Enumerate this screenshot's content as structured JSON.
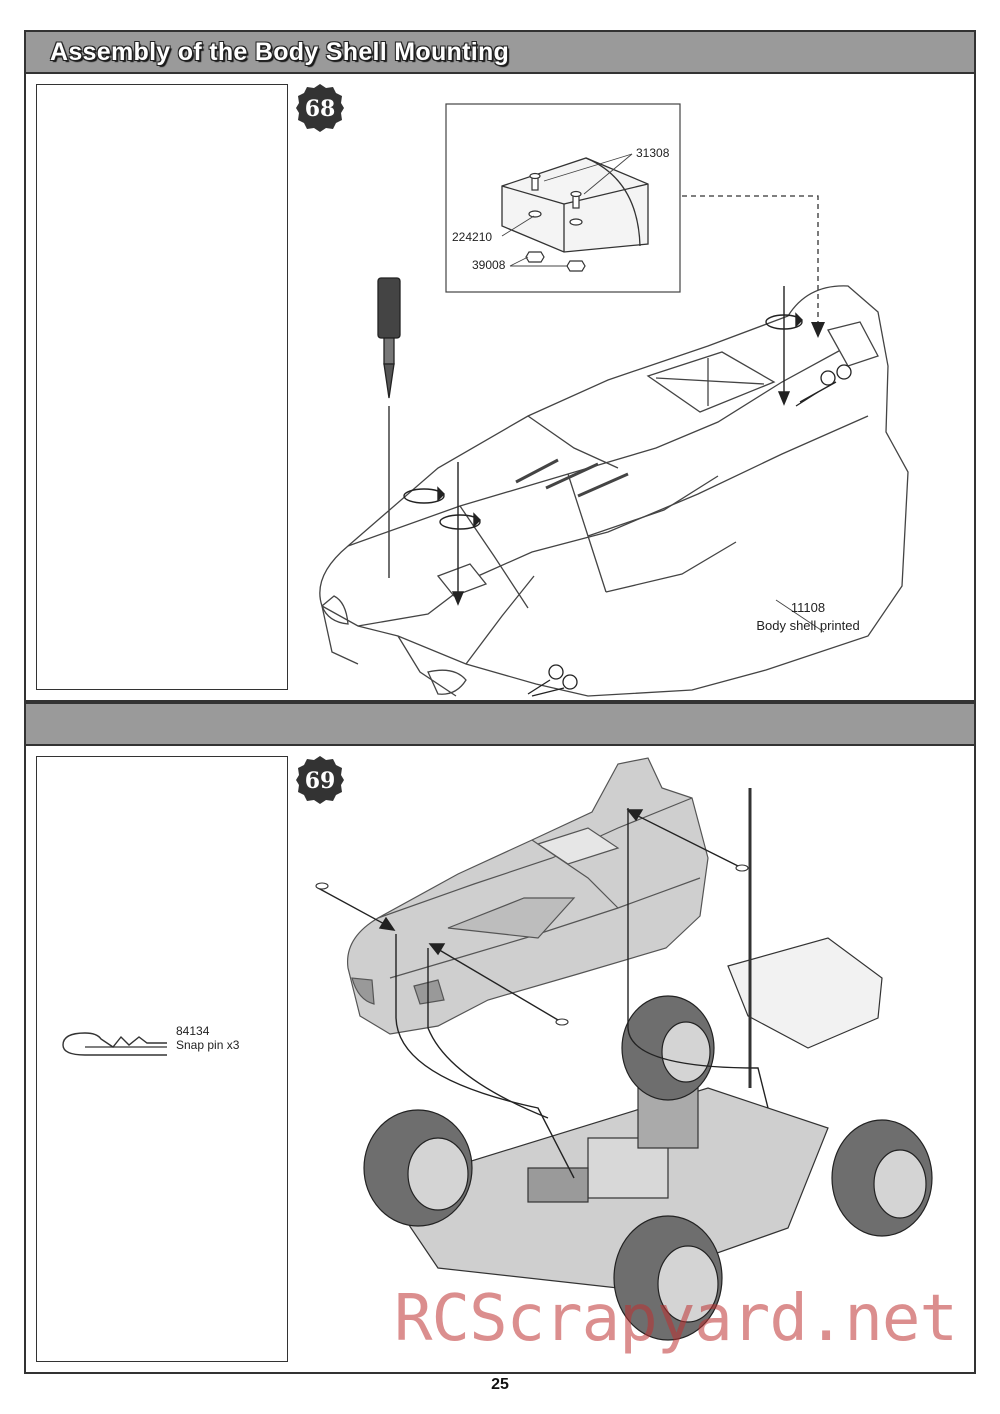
{
  "section1": {
    "title": "Assembly of the Body Shell Mounting",
    "step_number": "68",
    "parts": {
      "screw": "31308",
      "washer": "224210",
      "nut": "39008",
      "body_shell_code": "11108",
      "body_shell_name": "Body shell printed"
    }
  },
  "section2": {
    "title": "",
    "step_number": "69",
    "parts_list": [
      {
        "code": "84134",
        "name": "Snap pin",
        "qty": "x3"
      }
    ]
  },
  "page_number": "25",
  "watermark": "RCScrapyard.net",
  "icons": [
    "screwdriver-icon",
    "scissors-icon",
    "rotate-arrow-icon",
    "snap-pin-icon",
    "step-badge-icon"
  ],
  "colors": {
    "header_bar": "#9a9a9a",
    "border": "#333333",
    "watermark": "#be3232"
  }
}
